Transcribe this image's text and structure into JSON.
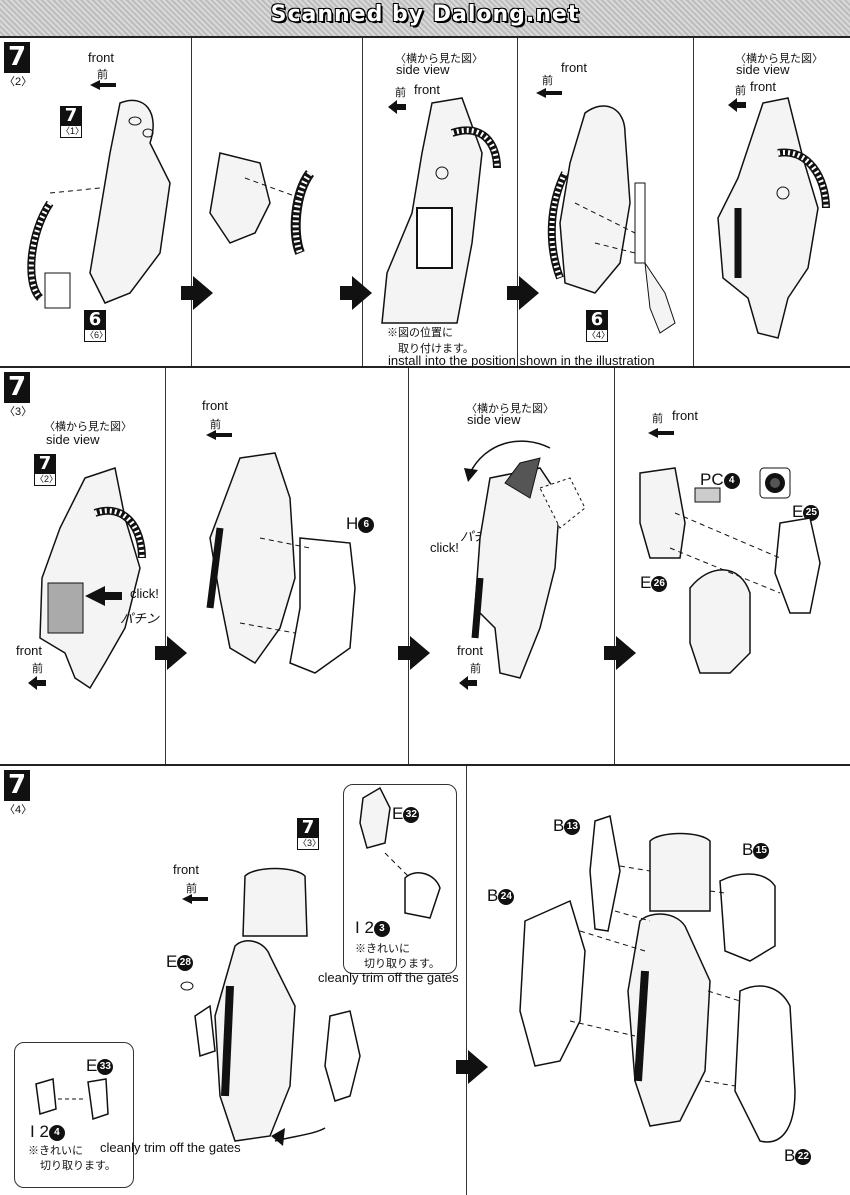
{
  "banner": {
    "text": "Scanned by Dalong.net"
  },
  "steps": [
    {
      "number": "7",
      "sub": "〈2〉"
    },
    {
      "number": "7",
      "sub": "〈3〉"
    },
    {
      "number": "7",
      "sub": "〈4〉"
    }
  ],
  "labels": {
    "front": "front",
    "mae": "前",
    "side_view_jp": "〈横から見た図〉",
    "side_view": "side view",
    "click": "click!",
    "pachin": "パチン",
    "pachi": "パチ",
    "note_position_jp_1": "※図の位置に",
    "note_position_jp_2": "取り付けます。",
    "note_position_en": "install into the position shown in the illustration",
    "note_trim_jp_1": "※きれいに",
    "note_trim_jp_2": "切り取ります。",
    "note_trim_en": "cleanly trim off the gates"
  },
  "refs": [
    {
      "n": "7",
      "s": "〈1〉"
    },
    {
      "n": "6",
      "s": "〈6〉"
    },
    {
      "n": "6",
      "s": "〈4〉"
    },
    {
      "n": "7",
      "s": "〈2〉"
    },
    {
      "n": "7",
      "s": "〈3〉"
    }
  ],
  "parts": {
    "h6": {
      "letter": "H",
      "num": "6"
    },
    "pc4": {
      "letter": "PC",
      "num": "4"
    },
    "e25": {
      "letter": "E",
      "num": "25"
    },
    "e26": {
      "letter": "E",
      "num": "26"
    },
    "e32": {
      "letter": "E",
      "num": "32"
    },
    "i2_3": {
      "letter": "I 2",
      "num": "3"
    },
    "e28": {
      "letter": "E",
      "num": "28"
    },
    "e33": {
      "letter": "E",
      "num": "33"
    },
    "i2_4": {
      "letter": "I 2",
      "num": "4"
    },
    "b13": {
      "letter": "B",
      "num": "13"
    },
    "b15": {
      "letter": "B",
      "num": "15"
    },
    "b24": {
      "letter": "B",
      "num": "24"
    },
    "b22": {
      "letter": "B",
      "num": "22"
    }
  }
}
